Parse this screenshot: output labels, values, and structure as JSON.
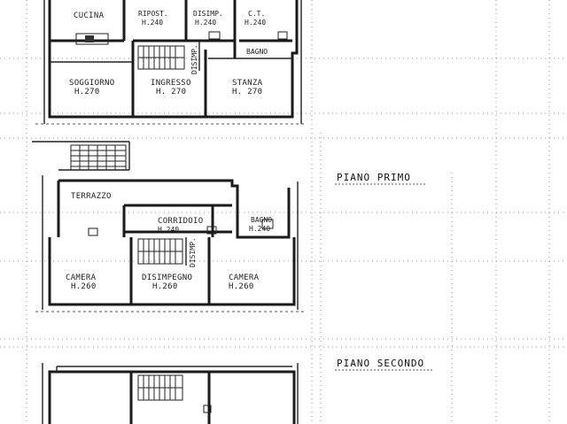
{
  "ground_floor": {
    "rooms": {
      "cucina": "CUCINA",
      "ripost": "RIPOST.",
      "ripost_h": "H.240",
      "disimp": "DISIMP.",
      "disimp_h": "H.240",
      "ct": "C.T.",
      "ct_h": "H.240",
      "bagno": "BAGNO",
      "soggiorno": "SOGGIORNO",
      "soggiorno_h": "H.270",
      "ingresso": "INGRESSO",
      "ingresso_h": "H. 270",
      "stanza": "STANZA",
      "stanza_h": "H. 270",
      "disimp_vert": "DISIMP."
    }
  },
  "first_floor": {
    "title": "PIANO PRIMO",
    "rooms": {
      "terrazzo": "TERRAZZO",
      "corridoio": "CORRIDOIO",
      "corridoio_h": "H.240",
      "bagno": "BAGNO",
      "bagno_h": "H.240",
      "camera_left": "CAMERA",
      "camera_left_h": "H.260",
      "disimpegno": "DISIMPEGNO",
      "disimpegno_h": "H.260",
      "camera_right": "CAMERA",
      "camera_right_h": "H.260",
      "disimp_vert": "DISIMP."
    }
  },
  "second_floor": {
    "title": "PIANO SECONDO"
  }
}
